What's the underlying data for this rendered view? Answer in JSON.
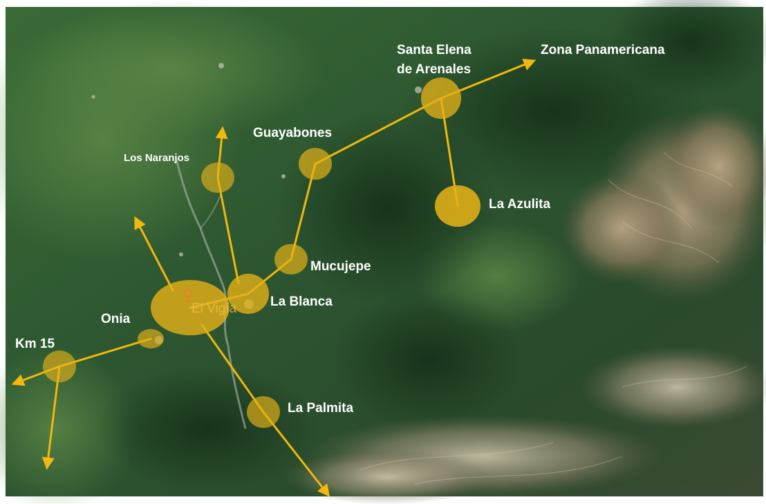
{
  "map": {
    "colors": {
      "forest_dark": "#1f3d22",
      "forest": "#2f5a2e",
      "forest_light": "#4f7a3e",
      "mountain": "#9a8a6e",
      "mountain_light": "#c8b89a",
      "bubble": "#e2b018",
      "arrow": "#f2b80c",
      "label": "#ffffff",
      "river": "#a8b8b0"
    },
    "labels": {
      "santa_elena_line1": "Santa Elena",
      "santa_elena_line2": "de Arenales",
      "zona_panamericana": "Zona Panamericana",
      "guayabones": "Guayabones",
      "los_naranjos": "Los Naranjos",
      "la_azulita": "La Azulita",
      "mucujepe": "Mucujepe",
      "la_blanca": "La Blanca",
      "el_vigia": "El Vigía",
      "onia": "Onia",
      "km15": "Km 15",
      "la_palmita": "La Palmita"
    },
    "icons": {
      "el_vigia_marker": "location-pin-icon"
    }
  }
}
